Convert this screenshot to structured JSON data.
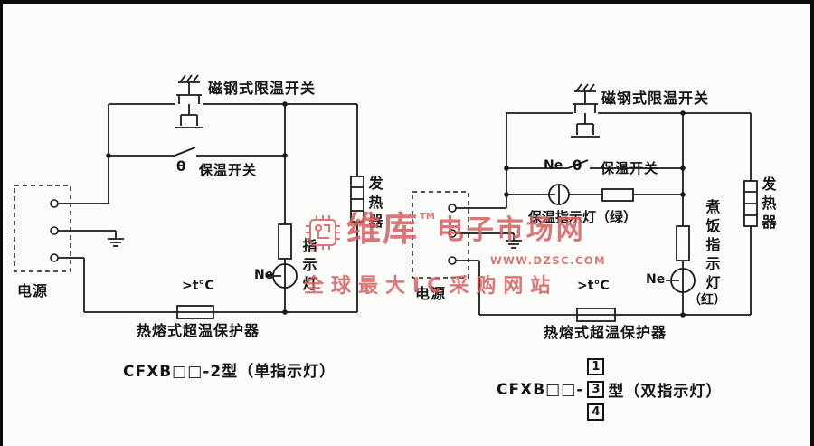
{
  "colors": {
    "ink": "#1b1b1b",
    "paper": "#fbfbfa",
    "watermark-red": "#d55f5f"
  },
  "left_circuit": {
    "magnetic_switch_label": "磁钢式限温开关",
    "theta_symbol": "θ",
    "warm_switch_label": "保温开关",
    "heater_label": "发热器",
    "lamp_label": "Ne",
    "indicator_label": "指示灯",
    "power_label": "电源",
    "thermal_fuse_temp": ">t°C",
    "thermal_fuse_label": "热熔式超温保护器",
    "caption": "CFXB□□-2型（单指示灯）"
  },
  "right_circuit": {
    "magnetic_switch_label": "磁钢式限温开关",
    "warm_lamp_label": "Ne",
    "theta_symbol": "θ",
    "warm_switch_label": "保温开关",
    "warm_indicator_label": "保温指示灯（绿）",
    "heater_label": "发热器",
    "cook_indicator_label": "煮饭指示灯",
    "cook_indicator_note": "（红）",
    "cook_lamp_label": "Ne",
    "power_label": "电源",
    "thermal_fuse_temp": ">t°C",
    "thermal_fuse_label": "热熔式超温保护器",
    "caption_prefix": "CFXB□□-",
    "caption_suffix": "型（双指示灯）",
    "variant_numbers": [
      "1",
      "3",
      "4"
    ]
  },
  "watermark": {
    "brand": "维库",
    "trademark": "TM",
    "brand_suffix": "电子市场网",
    "url": "WWW.DZSC.COM",
    "tagline": "全球最大IC采购网站"
  }
}
